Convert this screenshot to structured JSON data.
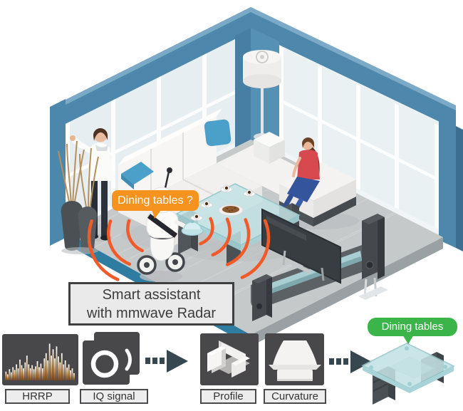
{
  "scene": {
    "query_bubble": "Dining tables ?",
    "caption_line1": "Smart assistant",
    "caption_line2": "with mmwave Radar",
    "result_bubble": "Dining tables",
    "colors": {
      "wall_blue": "#4d87ab",
      "wall_blue_dark": "#3b6e91",
      "glass": "#e8f0f3",
      "floor_gray": "#c6c9ca",
      "slab_teal": "#2e7ca0",
      "accent_orange": "#f6921e",
      "radar_orange": "#f15a29",
      "accent_green": "#3bb54a",
      "panel_dark": "#48484b",
      "pillow_blue": "#4aa0c8"
    }
  },
  "pipeline": {
    "stages": [
      {
        "label": "HRRP"
      },
      {
        "label": "IQ signal"
      },
      {
        "label": "Profile"
      },
      {
        "label": "Curvature"
      }
    ],
    "hrrp_bars": [
      0.22,
      0.15,
      0.28,
      0.2,
      0.33,
      0.26,
      0.4,
      0.3,
      0.52,
      0.38,
      0.3,
      0.45,
      0.62,
      0.4,
      0.3,
      0.38,
      0.28,
      0.35,
      0.48,
      0.33,
      0.42,
      0.3,
      0.55,
      0.68,
      0.5,
      0.92,
      0.62,
      0.78,
      0.55,
      0.85,
      0.6,
      0.45,
      0.68,
      0.4,
      0.5,
      0.32,
      0.4,
      0.25,
      0.3,
      0.18
    ]
  }
}
